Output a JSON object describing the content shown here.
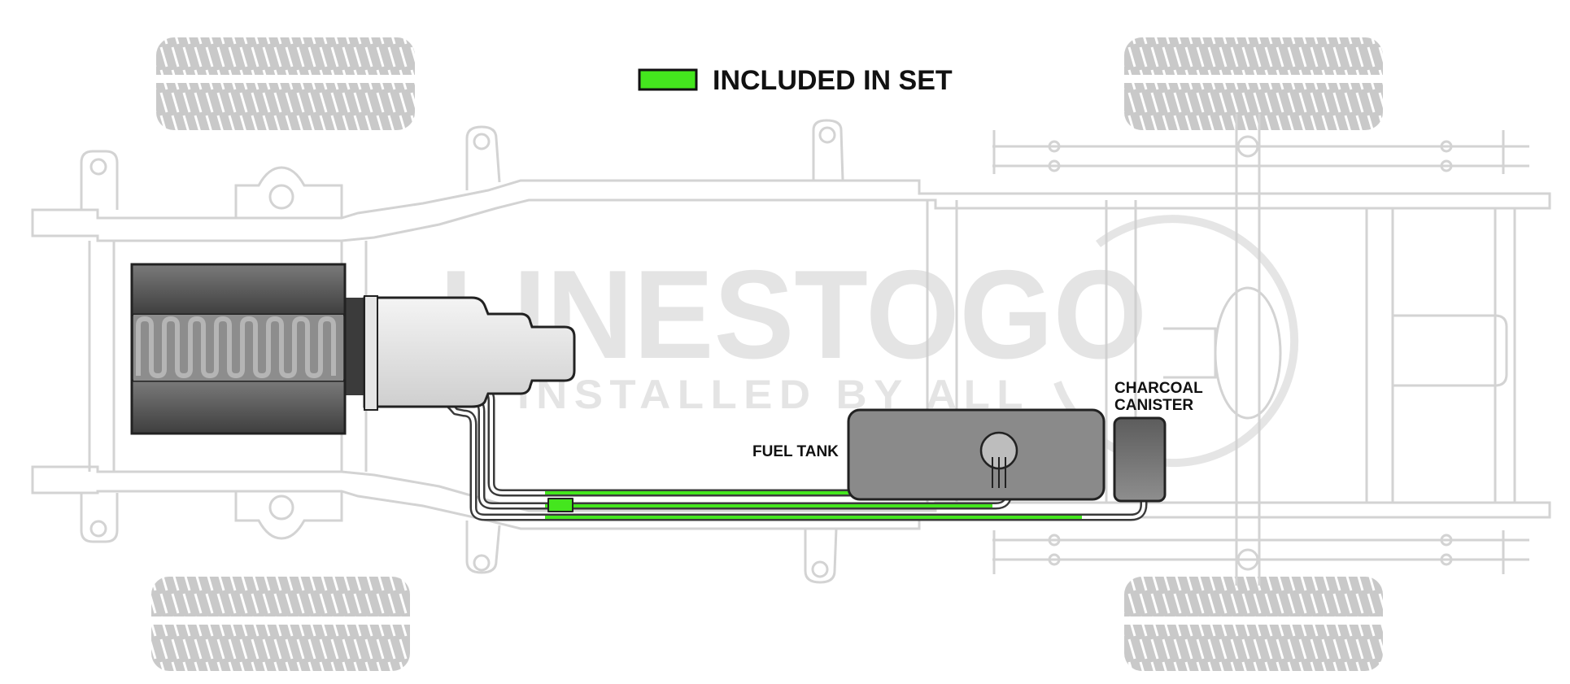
{
  "legend": {
    "label": "INCLUDED IN SET",
    "swatch_color": "#44e61e"
  },
  "watermark": {
    "brand": "LINESTOGO",
    "tagline": "INSTALLED BY ALL"
  },
  "labels": {
    "fuel_tank": "FUEL TANK",
    "charcoal_canister_line1": "CHARCOAL",
    "charcoal_canister_line2": "CANISTER"
  },
  "colors": {
    "frame_outline": "#d3d3d3",
    "tire": "#c8c8c8",
    "tank": "#8a8a8a",
    "engine": "#5a5a5a",
    "line_included": "#44e61e",
    "line_outline": "#3a3a3a"
  },
  "icons": {
    "tire": "tire-icon",
    "engine": "engine-icon",
    "transmission": "transmission-icon",
    "fuel_tank": "fuel-tank-icon",
    "canister": "canister-icon",
    "fuel_line": "fuel-line-icon"
  }
}
